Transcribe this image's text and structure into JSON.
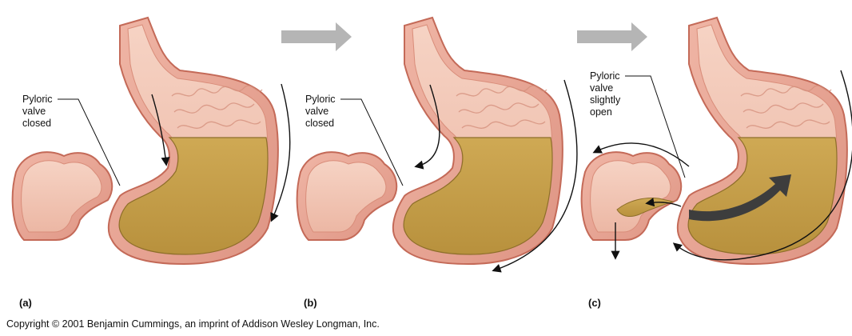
{
  "panels": [
    {
      "letter": "(a)",
      "label_lines": [
        "Pyloric",
        "valve",
        "closed"
      ]
    },
    {
      "letter": "(b)",
      "label_lines": [
        "Pyloric",
        "valve",
        "closed"
      ]
    },
    {
      "letter": "(c)",
      "label_lines": [
        "Pyloric",
        "valve",
        "slightly",
        "open"
      ]
    }
  ],
  "copyright": "Copyright © 2001 Benjamin Cummings, an imprint of Addison Wesley Longman, Inc.",
  "colors": {
    "wall_outer": "#e8a596",
    "wall_inner": "#f3c2b2",
    "wall_stroke": "#c46a58",
    "chyme": "#c9a24a",
    "chyme_stroke": "#8e6f2a",
    "arrow_gray": "#b5b5b5",
    "peristalsis_arrow": "#3d3d3d"
  }
}
